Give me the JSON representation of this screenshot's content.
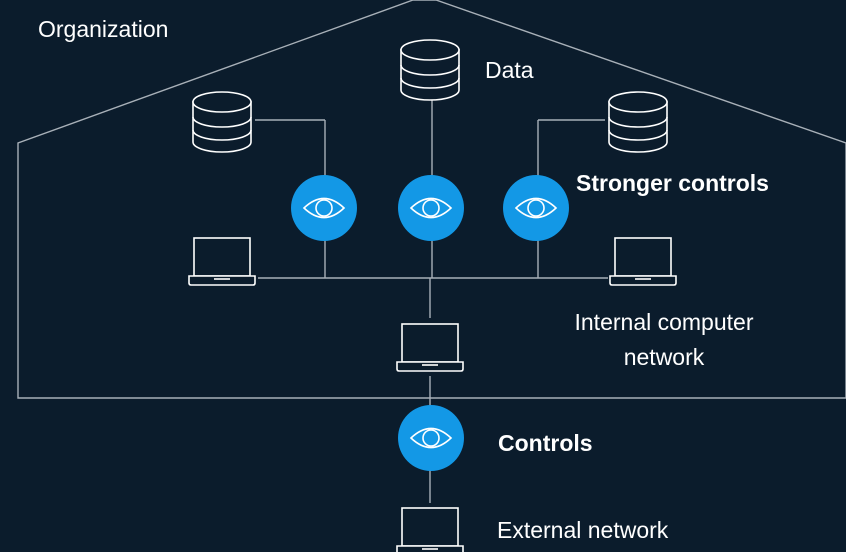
{
  "labels": {
    "organization": "Organization",
    "data": "Data",
    "stronger_controls": "Stronger controls",
    "internal_network_line1": "Internal computer",
    "internal_network_line2": "network",
    "controls": "Controls",
    "external_network": "External network"
  },
  "colors": {
    "background": "#0b1c2c",
    "eye_accent": "#1398e6",
    "lines": "#a8b0b8",
    "text": "#ffffff"
  },
  "icons": {
    "database": "database-icon",
    "laptop": "laptop-icon",
    "eye": "eye-icon"
  }
}
